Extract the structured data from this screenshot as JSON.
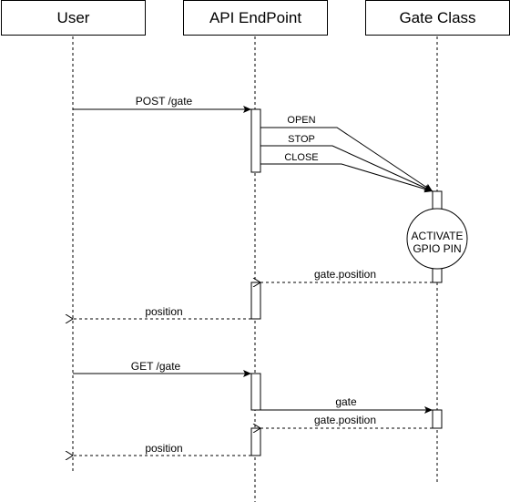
{
  "participants": {
    "user": "User",
    "api": "API EndPoint",
    "gate": "Gate Class"
  },
  "messages": {
    "post_gate": "POST /gate",
    "open": "OPEN",
    "stop": "STOP",
    "close": "CLOSE",
    "activate_line1": "ACTIVATE",
    "activate_line2": "GPIO PIN",
    "gate_position_1": "gate.position",
    "position_1": "position",
    "get_gate": "GET /gate",
    "gate": "gate",
    "gate_position_2": "gate.position",
    "position_2": "position"
  }
}
